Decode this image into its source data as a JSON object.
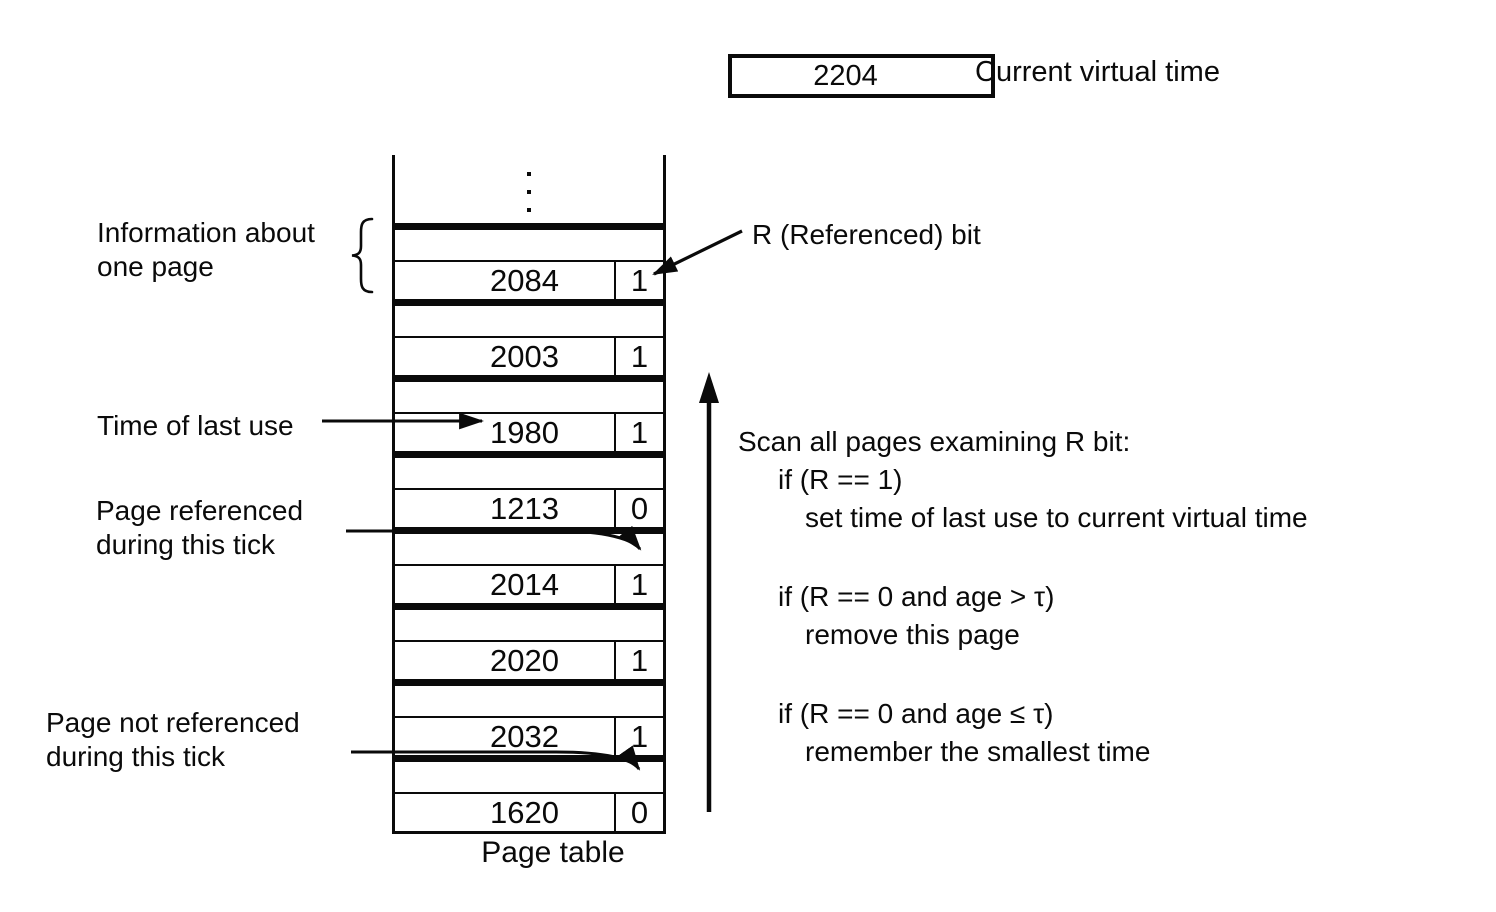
{
  "colors": {
    "ink": "#0a0a0a",
    "background": "#ffffff"
  },
  "current_time": {
    "value": "2204",
    "label": "Current virtual time"
  },
  "page_table": {
    "caption": "Page table",
    "entries": [
      {
        "time": "2084",
        "r": "1"
      },
      {
        "time": "2003",
        "r": "1"
      },
      {
        "time": "1980",
        "r": "1"
      },
      {
        "time": "1213",
        "r": "0"
      },
      {
        "time": "2014",
        "r": "1"
      },
      {
        "time": "2020",
        "r": "1"
      },
      {
        "time": "2032",
        "r": "1"
      },
      {
        "time": "1620",
        "r": "0"
      }
    ]
  },
  "annotations": {
    "info_line1": "Information about",
    "info_line2": "one page",
    "time_of_last_use": "Time of last use",
    "referenced_line1": "Page referenced",
    "referenced_line2": "during this tick",
    "not_referenced_line1": "Page not referenced",
    "not_referenced_line2": "during this tick",
    "r_bit": "R (Referenced) bit"
  },
  "algorithm": {
    "scan_header": "Scan all pages examining R bit:",
    "case1_cond": "if (R == 1)",
    "case1_action": "set time of last use to current virtual time",
    "case2_cond": "if (R == 0 and age > τ)",
    "case2_action": "remove this page",
    "case3_cond": "if (R == 0 and age ≤ τ)",
    "case3_action": "remember the smallest time"
  }
}
